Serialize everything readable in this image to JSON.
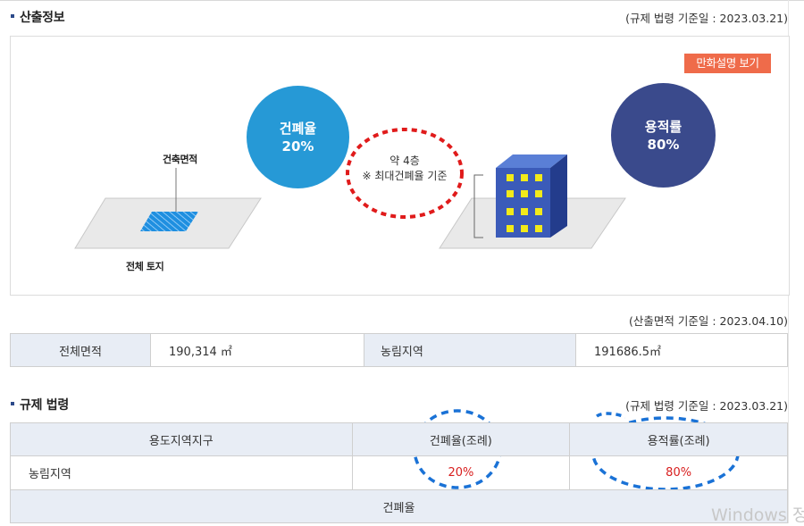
{
  "section1": {
    "title": "산출정보",
    "ref_date": "(규제 법령 기준일 : 2023.03.21)"
  },
  "diagram": {
    "comic_button": "만화설명 보기",
    "bcr_circle": {
      "label": "건폐율",
      "value": "20%",
      "color": "#2699d6"
    },
    "far_circle": {
      "label": "용적률",
      "value": "80%",
      "color": "#3a4a8c"
    },
    "floors_note": {
      "line1": "약 4층",
      "line2": "※ 최대건폐율 기준"
    },
    "building_area_label": "건축면적",
    "total_land_label": "전체 토지"
  },
  "area": {
    "ref_date": "(산출면적 기준일 : 2023.04.10)",
    "total_area_label": "전체면적",
    "total_area_value": "190,314 ㎡",
    "zone_label": "농림지역",
    "zone_value": "191686.5㎡"
  },
  "section2": {
    "title": "규제 법령",
    "ref_date": "(규제 법령 기준일 : 2023.03.21)",
    "headers": [
      "용도지역지구",
      "건폐율(조례)",
      "용적률(조례)"
    ],
    "rows": [
      {
        "zone": "농림지역",
        "bcr": "20%",
        "far": "80%"
      }
    ],
    "sub_header": "건폐율"
  },
  "watermark": "Windows 정"
}
